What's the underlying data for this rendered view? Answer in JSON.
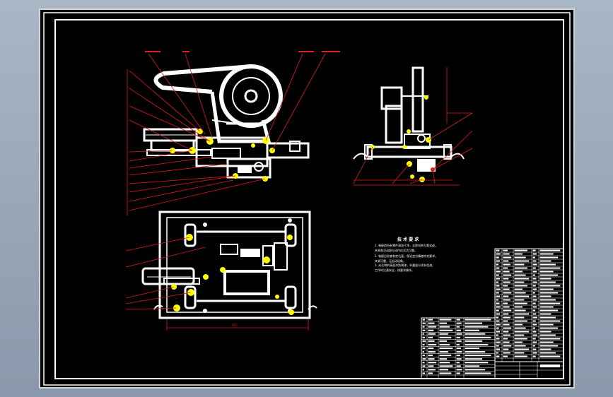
{
  "drawing": {
    "tech_req_title": "技 术 要 求",
    "tech_req_lines": [
      "1. 装配前所有零件清洗干净，去除毛刺与氧化皮。",
      "   夹具各活动部位动作应灵活可靠。",
      "2. 装配后检查各定位面，保证定位精度符合要求。",
      "   夹紧可靠，无松动现象。",
      "3. 未注明的表面涂防锈漆，外露部分涂灰色漆。",
      "   工作时注意安全，按要求操作。"
    ],
    "bottom_dim": "515"
  },
  "colors": {
    "sheet_bg": "#000000",
    "line": "#ffffff",
    "leader": "#e0201a",
    "marker": "#ffff00",
    "window_bg": "#9aa8ba"
  }
}
